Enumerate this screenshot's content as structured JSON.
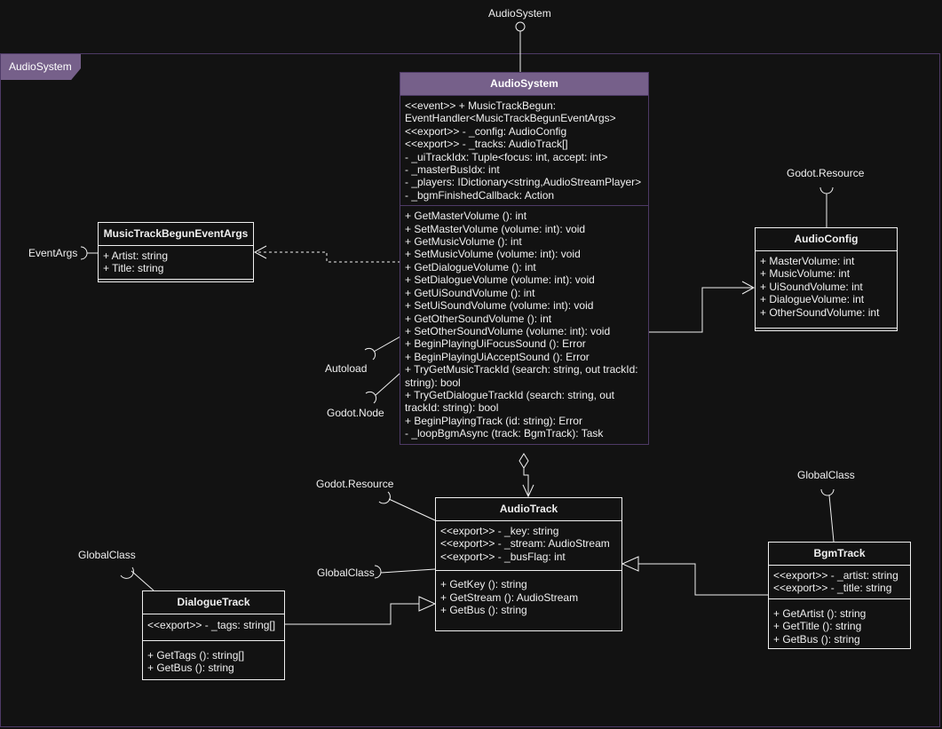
{
  "package": {
    "name": "AudioSystem"
  },
  "interfaces": {
    "audio_system_provided": "AudioSystem",
    "audioconfig_required": "Godot.Resource",
    "eventargs_required": "EventArgs",
    "audiosystem_autoload": "Autoload",
    "audiosystem_node": "Godot.Node",
    "audiotrack_resource": "Godot.Resource",
    "audiotrack_globalclass": "GlobalClass",
    "dialoguetrack_globalclass": "GlobalClass",
    "bgmtrack_globalclass": "GlobalClass"
  },
  "classes": {
    "audio_system": {
      "name": "AudioSystem",
      "attributes": [
        "<<event>> + MusicTrackBegun: EventHandler<MusicTrackBegunEventArgs>",
        "<<export>> - _config: AudioConfig",
        "<<export>> - _tracks: AudioTrack[]",
        "- _uiTrackIdx: Tuple<focus: int, accept: int>",
        "- _masterBusIdx: int",
        "- _players: IDictionary<string,AudioStreamPlayer>",
        "- _bgmFinishedCallback: Action"
      ],
      "methods": [
        "+ GetMasterVolume (): int",
        "+ SetMasterVolume (volume: int): void",
        "+ GetMusicVolume (): int",
        "+ SetMusicVolume (volume: int): void",
        "+ GetDialogueVolume (): int",
        "+ SetDialogueVolume (volume: int): void",
        "+ GetUiSoundVolume (): int",
        "+ SetUiSoundVolume (volume: int): void",
        "+ GetOtherSoundVolume (): int",
        "+ SetOtherSoundVolume (volume: int): void",
        "+ BeginPlayingUiFocusSound (): Error",
        "+ BeginPlayingUiAcceptSound (): Error",
        "+ TryGetMusicTrackId (search: string, out trackId: string): bool",
        "+ TryGetDialogueTrackId (search: string, out trackId: string): bool",
        "+ BeginPlayingTrack (id: string): Error",
        "- _loopBgmAsync (track: BgmTrack): Task"
      ]
    },
    "event_args": {
      "name": "MusicTrackBegunEventArgs",
      "attributes": [
        "+ Artist: string",
        "+ Title: string"
      ],
      "methods": []
    },
    "audio_config": {
      "name": "AudioConfig",
      "attributes": [
        "+ MasterVolume: int",
        "+ MusicVolume: int",
        "+ UiSoundVolume: int",
        "+ DialogueVolume: int",
        "+ OtherSoundVolume: int"
      ],
      "methods": []
    },
    "audio_track": {
      "name": "AudioTrack",
      "attributes": [
        "<<export>> - _key: string",
        "<<export>> - _stream: AudioStream",
        "<<export>> - _busFlag: int"
      ],
      "methods": [
        "+ GetKey (): string",
        "+ GetStream (): AudioStream",
        "+ GetBus (): string"
      ]
    },
    "dialogue_track": {
      "name": "DialogueTrack",
      "attributes": [
        "<<export>> - _tags: string[]"
      ],
      "methods": [
        "+ GetTags (): string[]",
        "+ GetBus (): string"
      ]
    },
    "bgm_track": {
      "name": "BgmTrack",
      "attributes": [
        "<<export>> - _artist: string",
        "<<export>> - _title: string"
      ],
      "methods": [
        "+ GetArtist (): string",
        "+ GetTitle (): string",
        "+ GetBus (): string"
      ]
    }
  },
  "colors": {
    "background": "#121212",
    "package_accent": "#76608a",
    "package_border": "#4e3a66",
    "line": "#f0f0f0"
  }
}
